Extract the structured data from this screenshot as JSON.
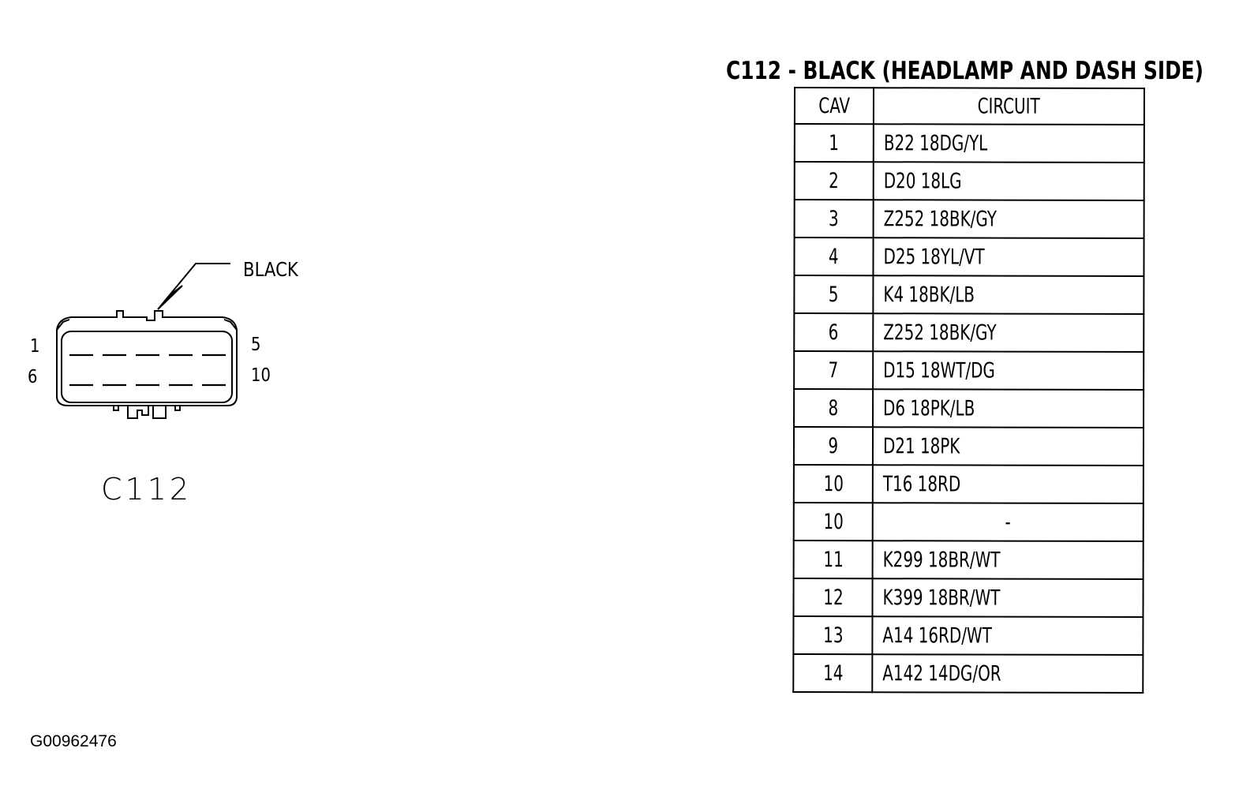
{
  "connector": {
    "name": "C112",
    "color_label": "BLACK",
    "pin_left_top": "1",
    "pin_left_bottom": "6",
    "pin_right_top": "5",
    "pin_right_bottom": "10"
  },
  "table": {
    "title": "C112 - BLACK (HEADLAMP AND DASH SIDE)",
    "headers": [
      "CAV",
      "CIRCUIT"
    ],
    "rows": [
      {
        "cav": "1",
        "circuit": "B22 18DG/YL"
      },
      {
        "cav": "2",
        "circuit": "D20 18LG"
      },
      {
        "cav": "3",
        "circuit": "Z252 18BK/GY"
      },
      {
        "cav": "4",
        "circuit": "D25 18YL/VT"
      },
      {
        "cav": "5",
        "circuit": "K4 18BK/LB"
      },
      {
        "cav": "6",
        "circuit": "Z252 18BK/GY"
      },
      {
        "cav": "7",
        "circuit": "D15 18WT/DG"
      },
      {
        "cav": "8",
        "circuit": "D6 18PK/LB"
      },
      {
        "cav": "9",
        "circuit": "D21 18PK"
      },
      {
        "cav": "10",
        "circuit": "T16 18RD"
      },
      {
        "cav": "10",
        "circuit": "-"
      },
      {
        "cav": "11",
        "circuit": "K299 18BR/WT"
      },
      {
        "cav": "12",
        "circuit": "K399 18BR/WT"
      },
      {
        "cav": "13",
        "circuit": "A14 16RD/WT"
      },
      {
        "cav": "14",
        "circuit": "A142 14DG/OR"
      }
    ]
  },
  "figure_id": "G00962476"
}
